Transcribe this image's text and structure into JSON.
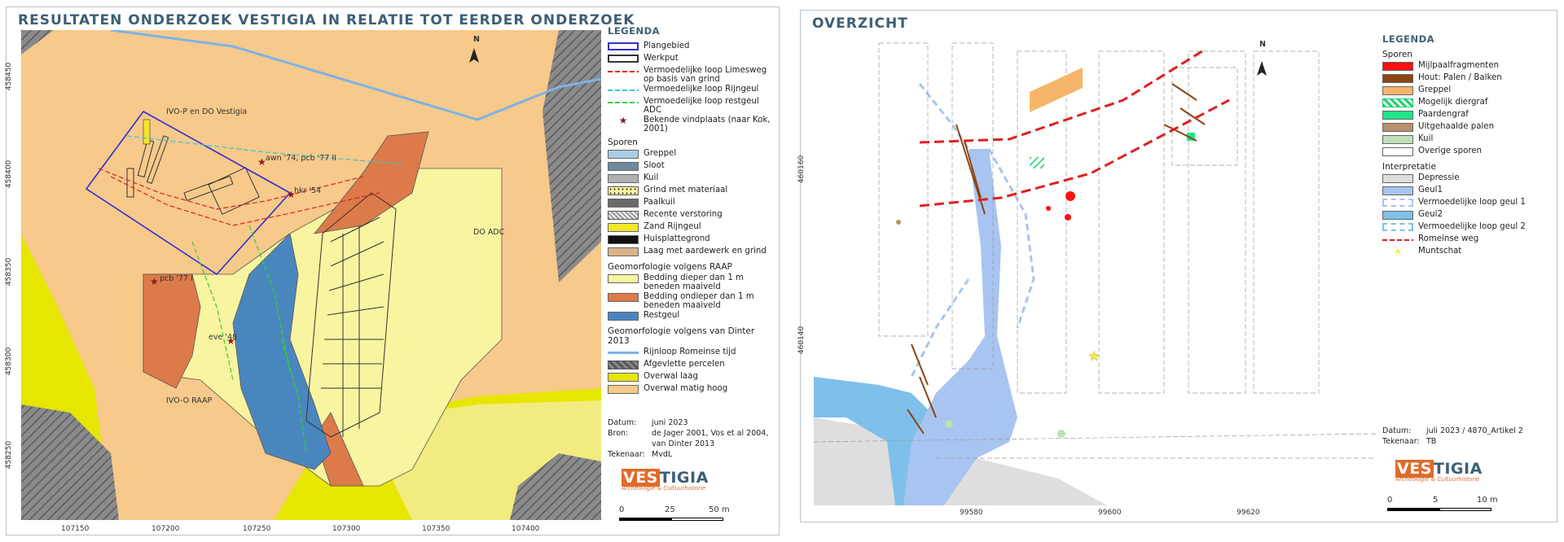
{
  "left": {
    "title": "RESULTATEN ONDERZOEK VESTIGIA IN RELATIE TOT EERDER ONDERZOEK",
    "legend_title": "LEGENDA",
    "legend_top": [
      {
        "label": "Plangebied",
        "color": "#2f2fd0",
        "style": "outline"
      },
      {
        "label": "Werkput",
        "color": "#333333",
        "style": "outline"
      },
      {
        "label": "Vermoedelijke loop Limesweg op basis van grind",
        "color": "#e02020",
        "style": "dash"
      },
      {
        "label": "Vermoedelijke loop Rijngeul",
        "color": "#35c8d8",
        "style": "dash"
      },
      {
        "label": "Vermoedelijke loop restgeul ADC",
        "color": "#35d035",
        "style": "dash"
      },
      {
        "label": "Bekende vindplaats (naar Kok, 2001)",
        "color": "#8b1a1a",
        "style": "star"
      }
    ],
    "sporen_head": "Sporen",
    "sporen": [
      {
        "label": "Greppel",
        "color": "#a9cde6"
      },
      {
        "label": "Sloot",
        "color": "#6d8aa0"
      },
      {
        "label": "Kuil",
        "color": "#b0b0b0"
      },
      {
        "label": "Grind met materiaal",
        "color": "dots"
      },
      {
        "label": "Paalkuil",
        "color": "#6a6a6a"
      },
      {
        "label": "Recente verstoring",
        "color": "hatch"
      },
      {
        "label": "Zand Rijngeul",
        "color": "#f2e62a"
      },
      {
        "label": "Huisplattegrond",
        "color": "#111111"
      },
      {
        "label": "Laag met aardewerk en grind",
        "color": "#d9b48a"
      }
    ],
    "raap_head": "Geomorfologie volgens RAAP",
    "raap": [
      {
        "label": "Bedding dieper dan 1 m beneden maaiveld",
        "color": "#f8f4a0"
      },
      {
        "label": "Bedding ondieper dan 1 m beneden maaiveld",
        "color": "#dd7a4a"
      },
      {
        "label": "Restgeul",
        "color": "#4a86be"
      }
    ],
    "dinter_head": "Geomorfologie volgens van Dinter 2013",
    "dinter": [
      {
        "label": "Rijnloop Romeinse tijd",
        "color": "#7db3e6",
        "style": "line"
      },
      {
        "label": "Afgevlette percelen",
        "color": "hatchgrey"
      },
      {
        "label": "Overwal laag",
        "color": "#e6e600"
      },
      {
        "label": "Overwal matig hoog",
        "color": "#f7c98a"
      }
    ],
    "meta": {
      "datum_k": "Datum:",
      "datum_v": "juni 2023",
      "bron_k": "Bron:",
      "bron_v": "de Jager 2001, Vos et al 2004, van Dinter 2013",
      "tekenaar_k": "Tekenaar:",
      "tekenaar_v": "MvdL"
    },
    "x_ticks": [
      "107150",
      "107200",
      "107250",
      "107300",
      "107350",
      "107400"
    ],
    "y_ticks": [
      "458450",
      "458400",
      "458350",
      "458300",
      "458250"
    ],
    "map_labels": {
      "ivo_p": "IVO-P en DO Vestigia",
      "do_adc": "DO ADC",
      "ivo_o": "IVO-O RAAP",
      "awn": "awn '74, pcb '77 II",
      "hkr": "hkr '54",
      "pcb": "pcb '77 I",
      "eve": "eve '48"
    },
    "scale": {
      "zero": "0",
      "mid": "25",
      "end": "50 m"
    },
    "north": "N"
  },
  "right": {
    "title": "OVERZICHT",
    "legend_title": "LEGENDA",
    "sporen_head": "Sporen",
    "sporen": [
      {
        "label": "Mijlpaalfragmenten",
        "color": "#ff1010"
      },
      {
        "label": "Hout: Palen / Balken",
        "color": "#8b4513"
      },
      {
        "label": "Greppel",
        "color": "#f7b56a"
      },
      {
        "label": "Mogelijk diergraf",
        "color": "hatchgreen"
      },
      {
        "label": "Paardengraf",
        "color": "#1ee68a"
      },
      {
        "label": "Uitgehaalde palen",
        "color": "#b8906a"
      },
      {
        "label": "Kuil",
        "color": "#bfe0b8"
      },
      {
        "label": "Overige sporen",
        "color": "#ffffff"
      }
    ],
    "interp_head": "Interpretatie",
    "interp": [
      {
        "label": "Depressie",
        "color": "#dedede",
        "style": "fill"
      },
      {
        "label": "Geul1",
        "color": "#a8c4f0",
        "style": "fill"
      },
      {
        "label": "Vermoedelijke loop geul 1",
        "color": "#a8c4f0",
        "style": "dashbox"
      },
      {
        "label": "Geul2",
        "color": "#7ec0ea",
        "style": "fill"
      },
      {
        "label": "Vermoedelijke loop geul 2",
        "color": "#7ec0ea",
        "style": "dashbox"
      },
      {
        "label": "Romeinse weg",
        "color": "#e02020",
        "style": "dash"
      },
      {
        "label": "Muntschat",
        "color": "#f0f050",
        "style": "star"
      }
    ],
    "meta": {
      "datum_k": "Datum:",
      "datum_v": "juli 2023 / 4870_Artikel 2",
      "tekenaar_k": "Tekenaar:",
      "tekenaar_v": "TB"
    },
    "x_ticks": [
      "99580",
      "99600",
      "99620"
    ],
    "y_ticks": [
      "460160",
      "460140"
    ],
    "scale": {
      "zero": "0",
      "mid": "5",
      "end": "10 m"
    },
    "north": "N"
  },
  "logo": {
    "ve": "VES",
    "rest": "TIGIA",
    "sub": "Archeologie & Cultuurhistorie"
  }
}
